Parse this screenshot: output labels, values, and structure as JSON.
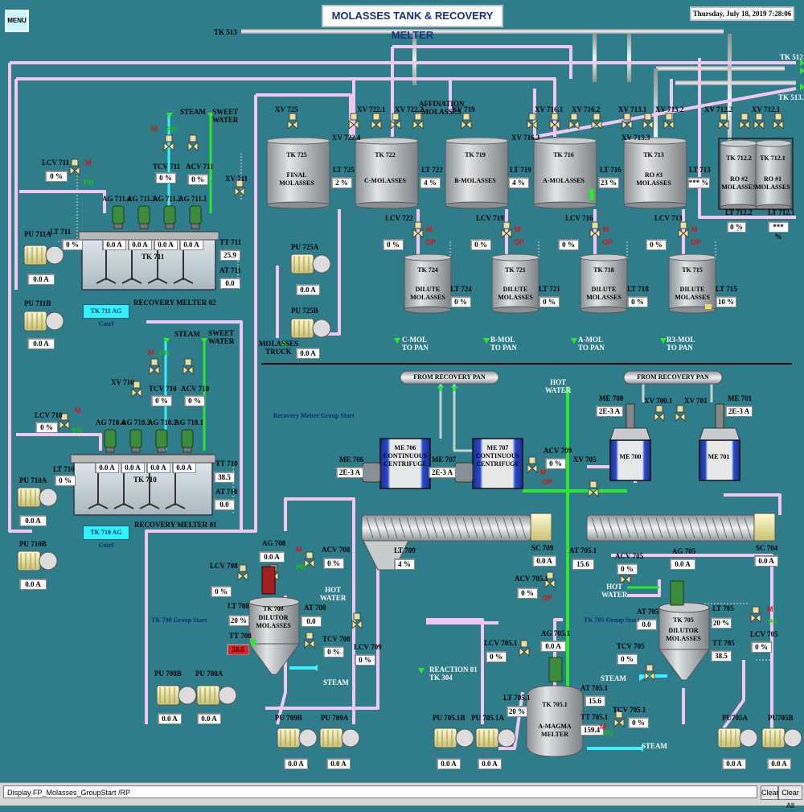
{
  "header": {
    "title": "MOLASSES TANK & RECOVERY MELTER",
    "datetime": "Thursday, July 18, 2019  7:28:06",
    "menu": "MENU"
  },
  "status": {
    "command": "Display FP_Molasses_GroupStart /RP",
    "clear": "Clear",
    "clear_all": "Clear All"
  },
  "lines": {
    "tk513": "TK 513",
    "tk512": "TK 512",
    "tk5131": "TK 513.1"
  },
  "melter02": {
    "label": "RECOVERY MELTER 02",
    "tank": "TK 711",
    "group_button": "TK 711 AG Cntrl",
    "steam": "STEAM",
    "sweet_water": "SWEET\nWATER",
    "lcv": {
      "tag": "LCV 711",
      "val": "0 %"
    },
    "lt": {
      "tag": "LT 711",
      "val": "0 %"
    },
    "tcv": {
      "tag": "TCV 711",
      "val": "0 %"
    },
    "acv": {
      "tag": "ACV 711",
      "val": "0 %"
    },
    "xv": "XV 711",
    "tt": {
      "tag": "TT 711",
      "val": "25.9"
    },
    "at": {
      "tag": "AT 711",
      "val": "0.0"
    },
    "pua": {
      "tag": "PU 711A",
      "val": "0.0  A"
    },
    "pub": {
      "tag": "PU 711B",
      "val": "0.0  A"
    },
    "agitators": [
      {
        "tag": "AG 711.4",
        "val": "0.0  A"
      },
      {
        "tag": "AG 711.3",
        "val": "0.0  A"
      },
      {
        "tag": "AG 711.2",
        "val": "0.0  A"
      },
      {
        "tag": "AG 711.1",
        "val": "0.0  A"
      }
    ]
  },
  "melter01": {
    "label": "RECOVERY MELTER 01",
    "tank": "TK 710",
    "group_button": "TK 710 AG Cntrl",
    "steam": "STEAM",
    "sweet_water": "SWEET\nWATER",
    "lcv": {
      "tag": "LCV 710",
      "val": "0 %"
    },
    "lt": {
      "tag": "LT 710",
      "val": "0 %"
    },
    "tcv": {
      "tag": "TCV 710",
      "val": "0 %"
    },
    "acv": {
      "tag": "ACV 710",
      "val": "0 %"
    },
    "xv": "XV 710",
    "tt": {
      "tag": "TT 710",
      "val": "38.5"
    },
    "at": {
      "tag": "AT 710",
      "val": "0.0"
    },
    "pua": {
      "tag": "PU 710A",
      "val": "0.0  A"
    },
    "pub": {
      "tag": "PU 710B",
      "val": "0.0  A"
    },
    "agitators": [
      {
        "tag": "AG 710.4",
        "val": "0.0  A"
      },
      {
        "tag": "AG 710.3",
        "val": "0.0  A"
      },
      {
        "tag": "AG 710.2",
        "val": "0.0  A"
      },
      {
        "tag": "AG 710.1",
        "val": "0.0  A"
      }
    ]
  },
  "upper_tanks": [
    {
      "tag": "TK 725",
      "name": "FINAL\nMOLASSES",
      "lt": "LT 725",
      "lt_val": "2 %",
      "xv": "XV 725"
    },
    {
      "tag": "TK 722",
      "name": "C-MOLASSES",
      "lt": "LT 722",
      "lt_val": "4 %",
      "xv": "XV 722.4"
    },
    {
      "tag": "TK 719",
      "name": "B-MOLASSES",
      "lt": "LT 719",
      "lt_val": "4 %",
      "xv": "XV 719"
    },
    {
      "tag": "TK 716",
      "name": "A-MOLASSES",
      "lt": "LT 716",
      "lt_val": "23 %",
      "xv": "XV 716.3"
    },
    {
      "tag": "TK 713",
      "name": "RO #3\nMOLASSES",
      "lt": "LT 713",
      "lt_val": "*** %",
      "xv": "XV 713.3"
    }
  ],
  "tk712": {
    "a": {
      "tag": "TK 712.2",
      "name": "RO #2\nMOLASSES",
      "lt": "LT 712.2",
      "lt_val": "0 %"
    },
    "b": {
      "tag": "TK 712.1",
      "name": "RO #1\nMOLASSES",
      "lt": "LT 712.1",
      "lt_val": "*** %"
    },
    "xv_a": "XV 712.2",
    "xv_b": "XV 712.1"
  },
  "top_valves": [
    "XV 722.1",
    "XV 722.2",
    "XV 716.1",
    "XV 716.2",
    "XV 713.1",
    "XV 713.2"
  ],
  "affination": "AFFINATION\nMOLASSES",
  "dilute_tanks": [
    {
      "tag": "TK 724",
      "name": "DILUTE\nMOLASSES",
      "lt": "LT 724",
      "lt_val": "0 %",
      "lcv": "LCV 722",
      "lcv_val": "0 %",
      "out": "C-MOL\nTO PAN"
    },
    {
      "tag": "TK 721",
      "name": "DILUTE\nMOLASSES",
      "lt": "LT 721",
      "lt_val": "0 %",
      "lcv": "LCV 719",
      "lcv_val": "0 %",
      "out": "B-MOL\nTO PAN"
    },
    {
      "tag": "TK 718",
      "name": "DILUTE\nMOLASSES",
      "lt": "LT 718",
      "lt_val": "0 %",
      "lcv": "LCV 716",
      "lcv_val": "0 %",
      "out": "A-MOL\nTO PAN"
    },
    {
      "tag": "TK 715",
      "name": "DILUTE\nMOLASSES",
      "lt": "LT 715",
      "lt_val": "10 %",
      "lcv": "LCV 713",
      "lcv_val": "0 %",
      "out": "R3-MOL\nTO PAN"
    }
  ],
  "pu725a": {
    "tag": "PU 725A",
    "val": "0.0  A"
  },
  "pu725b": {
    "tag": "PU 725B",
    "val": "0.0  A"
  },
  "molasses_truck": "MOLASSES\nTRUCK",
  "recovery_group_start": "Recovery Melter Group Start",
  "from_pan_1": "FROM RECOVERY PAN",
  "from_pan_2": "FROM RECOVERY PAN",
  "hot_water_top": "HOT\nWATER",
  "centrifuges": [
    {
      "tag": "ME 706",
      "name": "ME 706\nCONTINUOUS\nCENTRIFUGE",
      "val": "2E-3  A"
    },
    {
      "tag": "ME 707",
      "name": "ME 707\nCONTINUOUS\nCENTRIFUGE",
      "val": "2E-3  A"
    }
  ],
  "me700": {
    "tag": "ME 700",
    "val": "2E-3  A"
  },
  "me701": {
    "tag": "ME 701",
    "val": "2E-3  A"
  },
  "xv700": "XV 700.1",
  "xv701": "XV 701",
  "acv709": {
    "tag": "ACV 709",
    "val": "0 %"
  },
  "xv705": "XV 705",
  "sc709": {
    "tag": "SC 709",
    "val": "0.0  A"
  },
  "sc704": {
    "tag": "SC 704",
    "val": "0.0  A"
  },
  "lt709": {
    "tag": "LT 709",
    "val": "4 %"
  },
  "at7051": {
    "tag": "AT 705.1",
    "val": "15.6"
  },
  "acv7051": {
    "tag": "ACV 705.1",
    "val": "0 %"
  },
  "tk708": {
    "tag": "TK 708",
    "name": "DILUTOR\nMOLASSES",
    "group": "TK 708 Group Start",
    "ag": {
      "tag": "AG 708",
      "val": "0.0  A"
    },
    "lcv": {
      "tag": "LCV 708",
      "val": "0 %"
    },
    "lt": {
      "tag": "LT 708",
      "val": "20 %"
    },
    "tt": {
      "tag": "TT 708",
      "val": "38.6"
    },
    "acv": {
      "tag": "ACV 708",
      "val": "0 %"
    },
    "at": {
      "tag": "AT 708",
      "val": "0.0"
    },
    "tcv": {
      "tag": "TCV 708",
      "val": "0 %"
    },
    "lcv709": {
      "tag": "LCV 709",
      "val": "0 %"
    },
    "hot_water": "HOT\nWATER",
    "steam": "STEAM",
    "pua": {
      "tag": "PU 708A",
      "val": "0.0  A"
    },
    "pub": {
      "tag": "PU 708B",
      "val": "0.0  A"
    },
    "pu709a": {
      "tag": "PU 709A",
      "val": "0.0  A"
    },
    "pu709b": {
      "tag": "PU 709B",
      "val": "0.0  A"
    }
  },
  "tk7051": {
    "tag": "TK 705.1",
    "name": "A-MAGMA\nMELTER",
    "lcv": {
      "tag": "LCV 705.1",
      "val": "0 %"
    },
    "ag": {
      "tag": "AG 705.1",
      "val": "0.0  A"
    },
    "lt": {
      "tag": "LT 705.1",
      "val": "20 %"
    },
    "at": {
      "tag": "AT 705.1",
      "val": "15.6"
    },
    "tt": {
      "tag": "TT 705.1",
      "val": "159.4"
    },
    "tcv": {
      "tag": "TCV 705.1",
      "val": "0 %"
    },
    "steam": "STEAM",
    "reaction": "REACTION 01\nTK 304",
    "pua": {
      "tag": "PU 705.1A",
      "val": "0.0  A"
    },
    "pub": {
      "tag": "PU 705.1B",
      "val": "0.0  A"
    }
  },
  "tk705": {
    "tag": "TK 705",
    "name": "DILUTOR\nMOLASSES",
    "group": "TK 705 Group Start",
    "acv": {
      "tag": "ACV 705",
      "val": "0 %"
    },
    "ag": {
      "tag": "AG 705",
      "val": "0.0  A"
    },
    "at": {
      "tag": "AT 705",
      "val": "0.0"
    },
    "lt": {
      "tag": "LT 705",
      "val": "20 %"
    },
    "tt": {
      "tag": "TT 705",
      "val": "38.5"
    },
    "lcv": {
      "tag": "LCV 705",
      "val": "0 %"
    },
    "tcv": {
      "tag": "TCV 705",
      "val": "0 %"
    },
    "hot_water": "HOT\nWATER",
    "steam": "STEAM",
    "pua": {
      "tag": "PU705A",
      "val": "0.0  A"
    },
    "pub": {
      "tag": "PU705B",
      "val": "0.0  A"
    }
  },
  "colors": {
    "background": "#2f7c8a",
    "pipe_pink": "#f2c8f2",
    "pipe_grey": "#c8d0d0",
    "pipe_green": "#2ee82e",
    "pipe_cyan": "#3ef0ff",
    "tank": "#b8b8b8",
    "motor": "#f5f0a0",
    "value_alarm": "#e02020"
  },
  "icons": [
    "pump-icon",
    "motor-icon",
    "valve-icon",
    "agitator-icon",
    "tank-icon",
    "centrifuge-icon",
    "conveyor-icon",
    "arrow-icon"
  ]
}
